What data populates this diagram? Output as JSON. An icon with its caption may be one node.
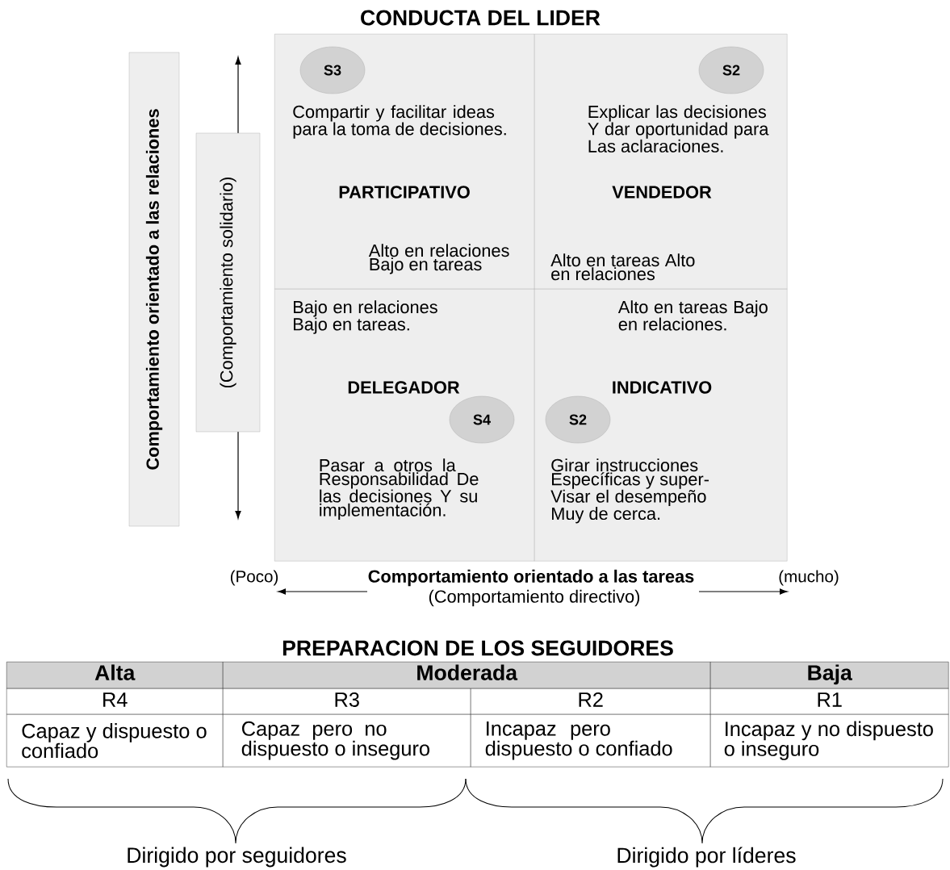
{
  "diagram": {
    "title": "CONDUCTA DEL LIDER",
    "nodes": [
      {
        "text": [
          "Compartir y facilitar ideas para la toma de decisiones.",
          "PARTICIPATIVO",
          "Alto en relaciones Bajo en tareas"
        ]
      },
      {
        "text": [
          "S3"
        ],
        "in": 0
      },
      {
        "text": [
          "Explicar las decisiones Y dar oportunidad para Las aclaraciones.",
          "VENDEDOR",
          "Alto en tareas Alto en relaciones"
        ]
      },
      {
        "text": [
          "S2"
        ],
        "in": 2
      },
      {
        "text": [
          "Bajo en relaciones Bajo en tareas.",
          "DELEGADOR",
          "Pasar a otros la Responsabilidad De las decisiones Y su implementación."
        ]
      },
      {
        "text": [
          "S4"
        ],
        "in": 4
      },
      {
        "text": [
          "Alto en tareas Bajo en relaciones.",
          "INDICATIVO",
          "Girar instrucciones Específicas y super- Visar el desempeño Muy de cerca."
        ]
      },
      {
        "text": [
          "S2"
        ],
        "in": 6
      },
      {
        "text": [
          "Comportamiento orientado a las relaciones"
        ]
      },
      {
        "text": [
          "(Comportamiento solidario)"
        ]
      }
    ],
    "labels": [
      "(Poco)",
      "Comportamiento orientado a las tareas",
      "(mucho)",
      "(Comportamiento directivo)",
      "PREPARACION DE LOS SEGUIDORES",
      "Alta",
      "Moderada",
      "Baja",
      "R4",
      "R3",
      "R2",
      "R1",
      "Capaz y dispuesto o confiado",
      "Capaz pero no dispuesto o inseguro",
      "Incapaz pero dispuesto o confiado",
      "Incapaz y no dispuesto o inseguro",
      "Dirigido por seguidores",
      "Dirigido por líderes"
    ]
  }
}
